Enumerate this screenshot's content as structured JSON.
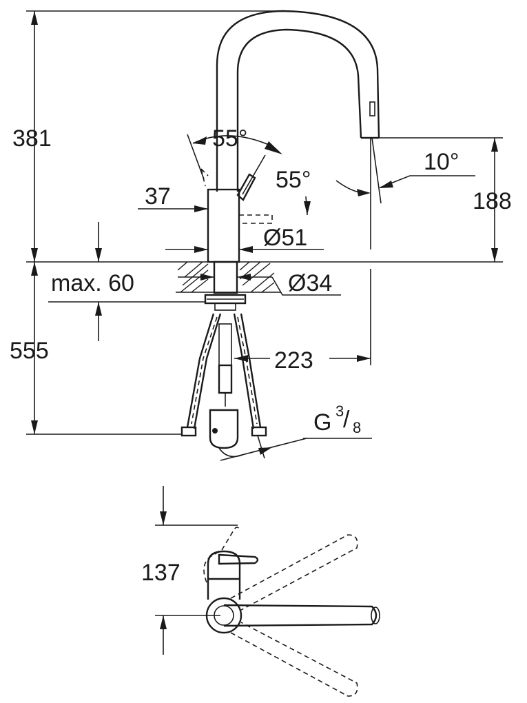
{
  "dimensions": {
    "height_total": "381",
    "spout_height": "188",
    "lever_angle_top": "55°",
    "lever_angle_side": "55°",
    "spout_tilt": "10°",
    "handle_offset": "37",
    "body_diameter": "Ø51",
    "hole_diameter": "Ø34",
    "counter_thickness": "max. 60",
    "hose_length": "555",
    "spout_reach": "223",
    "connection_thread": "G",
    "connection_thread_num": "3",
    "connection_thread_den": "8",
    "plan_lever_clearance": "137"
  }
}
